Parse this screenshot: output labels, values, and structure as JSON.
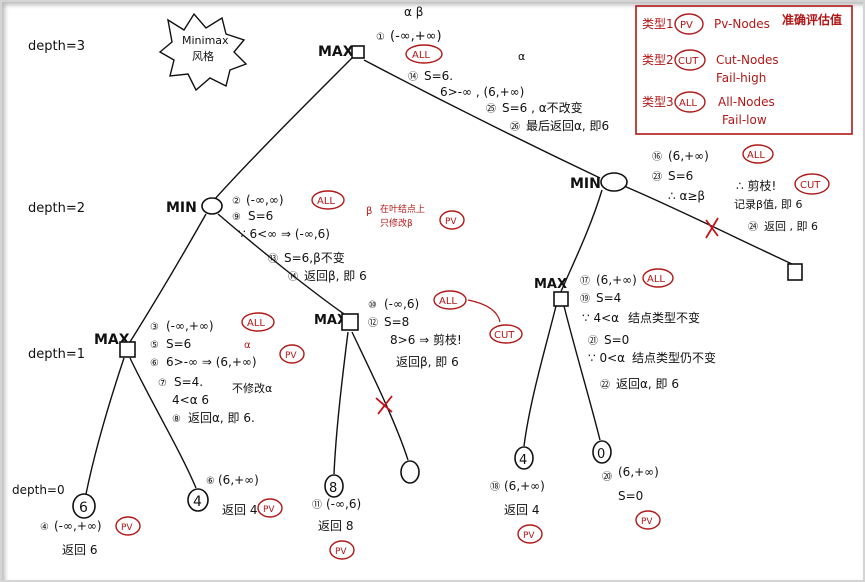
{
  "title": "Minimax\n风格",
  "depth_labels": {
    "d3": "depth=3",
    "d2": "depth=2",
    "d1": "depth=1",
    "d0": "depth=0"
  },
  "node_types": {
    "max": "MAX",
    "min": "MIN"
  },
  "legend": {
    "row1_type": "类型1",
    "row1_badge": "PV",
    "row1_desc": "Pv-Nodes",
    "row2_type": "类型2",
    "row2_badge": "CUT",
    "row2_desc1": "Cut-Nodes",
    "row2_desc2": "Fail-high",
    "row3_type": "类型3",
    "row3_badge": "ALL",
    "row3_desc1": "All-Nodes",
    "row3_desc2": "Fail-low",
    "side_note": "准确评估值"
  },
  "root": {
    "ab": "α  β",
    "line1": "(-∞,+∞)",
    "badge": "ALL",
    "line2": "S=6.",
    "line3": "6>-∞ , (6,+∞)",
    "alpha": "α",
    "line4": "S=6 , α不改变",
    "line5": "最后返回α, 即6",
    "n1": "①",
    "n14": "⑭",
    "n25": "㉕",
    "n26": "㉖"
  },
  "min_left": {
    "line1": "(-∞,∞)",
    "badge": "ALL",
    "line2": "S=6",
    "line3": "∵ 6<∞ ⇒ (-∞,6)",
    "beta": "β",
    "note1": "在叶结点上",
    "note2": "只修改β",
    "badge2": "PV",
    "line4": "S=6,β不变",
    "line5": "返回β, 即 6",
    "n2": "②",
    "n9": "⑨",
    "n13": "⑬",
    "n14": "⑭"
  },
  "min_right": {
    "line1": "(6,+∞)",
    "badge": "ALL",
    "line2": "S=6",
    "line3": "∴ α≥β",
    "line4": "∴ 剪枝!",
    "badge2": "CUT",
    "line5": "记录β值, 即 6",
    "line6": "返回 , 即 6",
    "n16": "⑯",
    "n23": "㉓",
    "n24": "㉔"
  },
  "max_ll": {
    "line1": "(-∞,+∞)",
    "badge": "ALL",
    "line2": "S=6",
    "line3": "6>-∞ ⇒ (6,+∞)",
    "alpha": "α",
    "badge2": "PV",
    "line4": "S=4.",
    "line5": "4<α 6",
    "line6": "不修改α",
    "line7": "返回α, 即 6.",
    "n3": "③",
    "n5": "⑤",
    "n6": "⑥",
    "n7": "⑦",
    "n8": "⑧"
  },
  "max_lr": {
    "line1": "(-∞,6)",
    "badge": "ALL",
    "line2": "S=8",
    "line3": "8>6 ⇒ 剪枝!",
    "badge2": "CUT",
    "line4": "返回β, 即 6",
    "n10": "⑩",
    "n12": "⑫"
  },
  "max_r": {
    "line1": "(6,+∞)",
    "badge": "ALL",
    "line2": "S=4",
    "line3": "∵ 4<α",
    "line3b": "结点类型不变",
    "line4": "S=0",
    "line5": "∵ 0<α",
    "line5b": "结点类型仍不变",
    "line6": "返回α, 即 6",
    "n17": "⑰",
    "n19": "⑲",
    "n21": "㉑",
    "n22": "㉒"
  },
  "leaves": {
    "l1_val": "6",
    "l1_line1": "(-∞,+∞)",
    "l1_badge": "PV",
    "l1_line2": "返回 6",
    "l1_n": "④",
    "l2_val": "4",
    "l2_line1": "(6,+∞)",
    "l2_line2": "返回 4",
    "l2_badge": "PV",
    "l2_n": "⑥",
    "l3_val": "8",
    "l3_line1": "(-∞,6)",
    "l3_line2": "返回 8",
    "l3_badge": "PV",
    "l3_n": "⑪",
    "l5_val": "4",
    "l5_line1": "(6,+∞)",
    "l5_line2": "返回 4",
    "l5_badge": "PV",
    "l5_n": "⑱",
    "l6_val": "0",
    "l6_line1": "(6,+∞)",
    "l6_line2": "S=0",
    "l6_badge": "PV",
    "l6_n": "⑳"
  }
}
